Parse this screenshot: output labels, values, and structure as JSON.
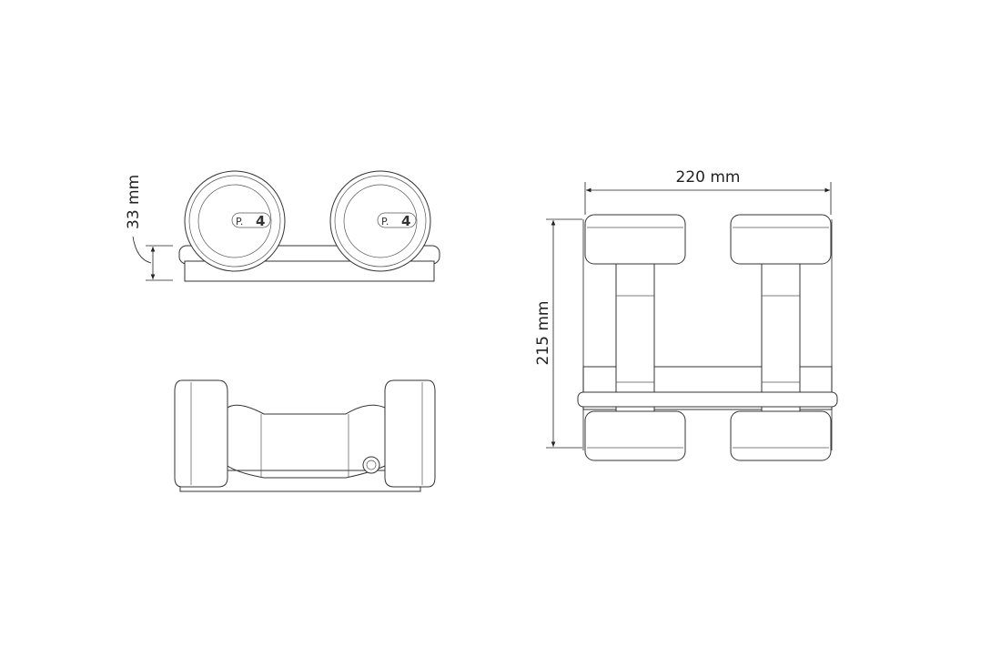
{
  "drawing": {
    "front_view": {
      "height_dimension": "33 mm",
      "plate_logo": {
        "prefix": "P.",
        "number": "4"
      }
    },
    "top_view": {
      "width_dimension": "220 mm",
      "depth_dimension": "215 mm"
    },
    "line_color": "#333333",
    "background": "#ffffff"
  }
}
